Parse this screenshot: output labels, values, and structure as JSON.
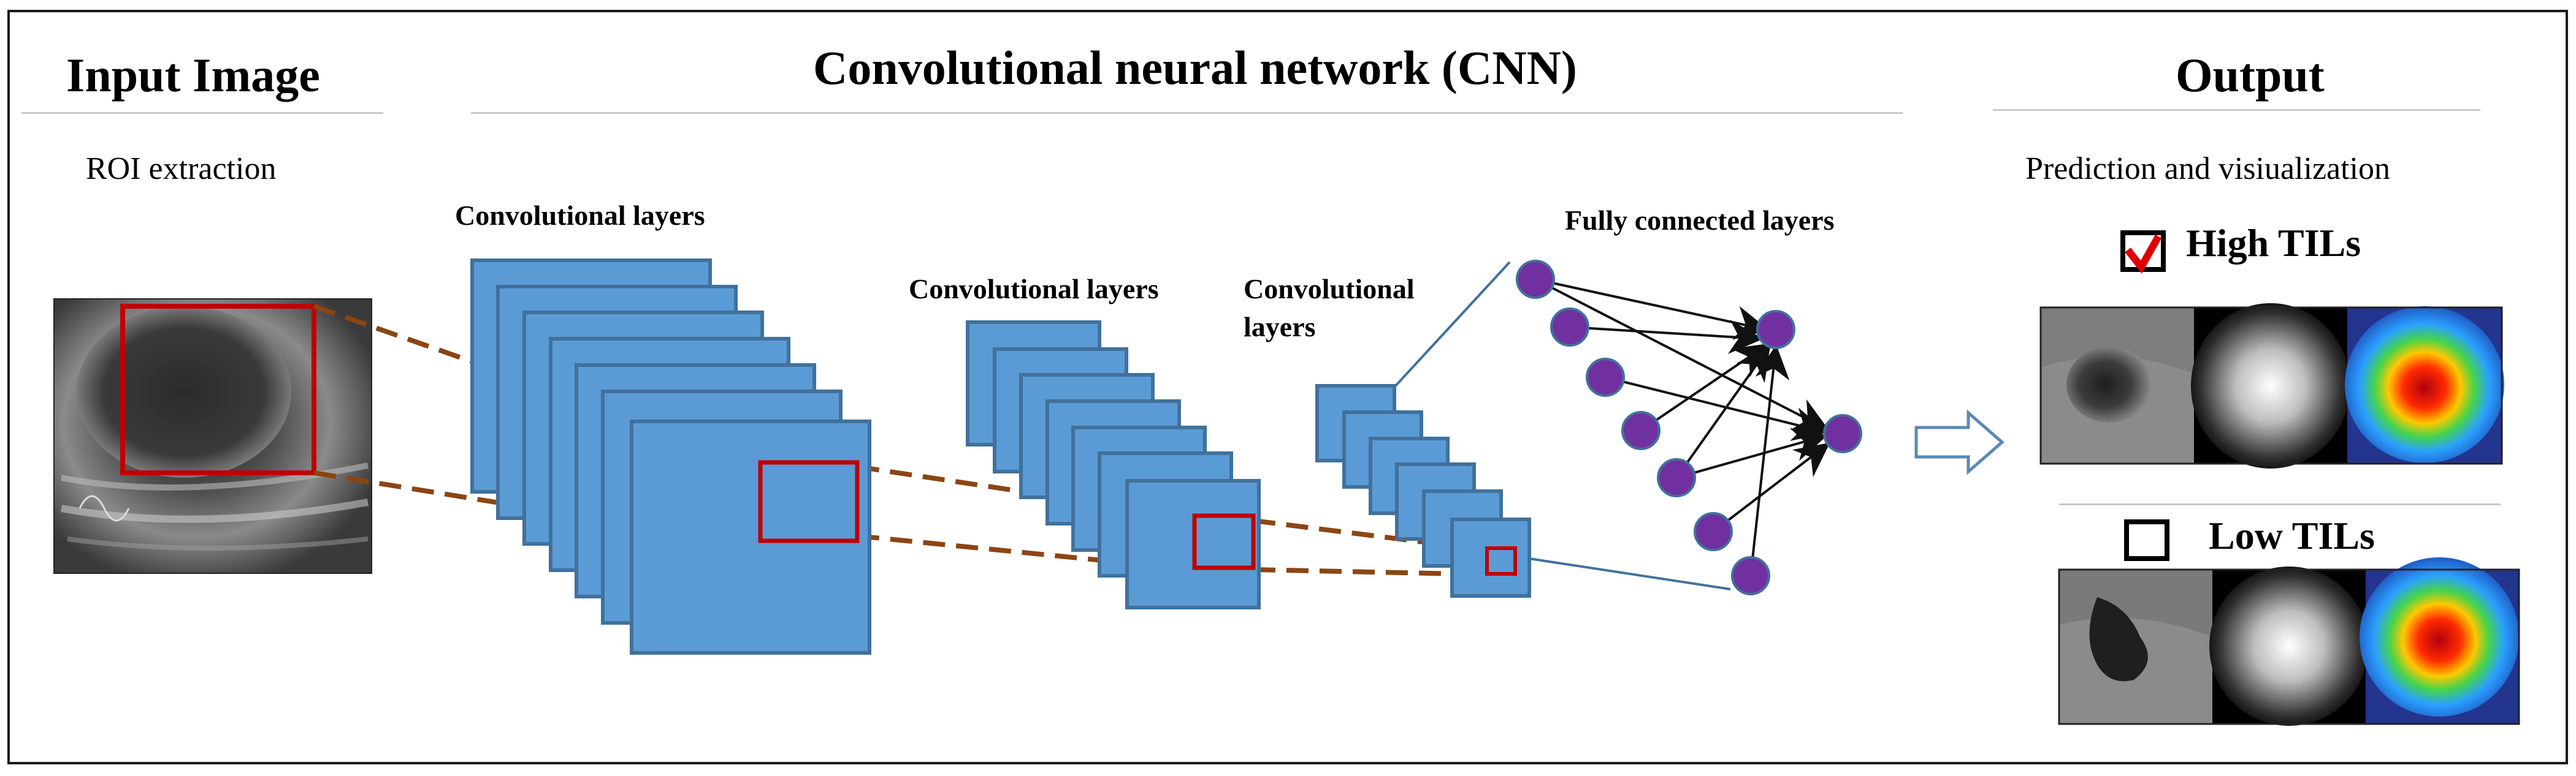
{
  "sections": {
    "input": {
      "title": "Input Image",
      "subtitle": "ROI extraction"
    },
    "cnn": {
      "title": "Convolutional neural network (CNN)",
      "conv_label_1": "Convolutional layers",
      "conv_label_2": "Convolutional layers",
      "conv_label_3_line1": "Convolutional",
      "conv_label_3_line2": "layers",
      "fc_label": "Fully connected layers"
    },
    "output": {
      "title": "Output",
      "subtitle": "Prediction and visiualization",
      "high_label": "High TILs",
      "low_label": "Low TILs",
      "high_checked": true,
      "low_checked": false
    }
  },
  "colors": {
    "layer_fill": "#5b9bd5",
    "layer_stroke": "#41719c",
    "roi_red": "#c00000",
    "dashed_brown": "#8b4513",
    "node_purple": "#7030a0",
    "arrow_outline": "#5b88b8"
  },
  "icons": {
    "checkbox": "checkbox-icon",
    "arrow": "hollow-right-arrow-icon"
  }
}
